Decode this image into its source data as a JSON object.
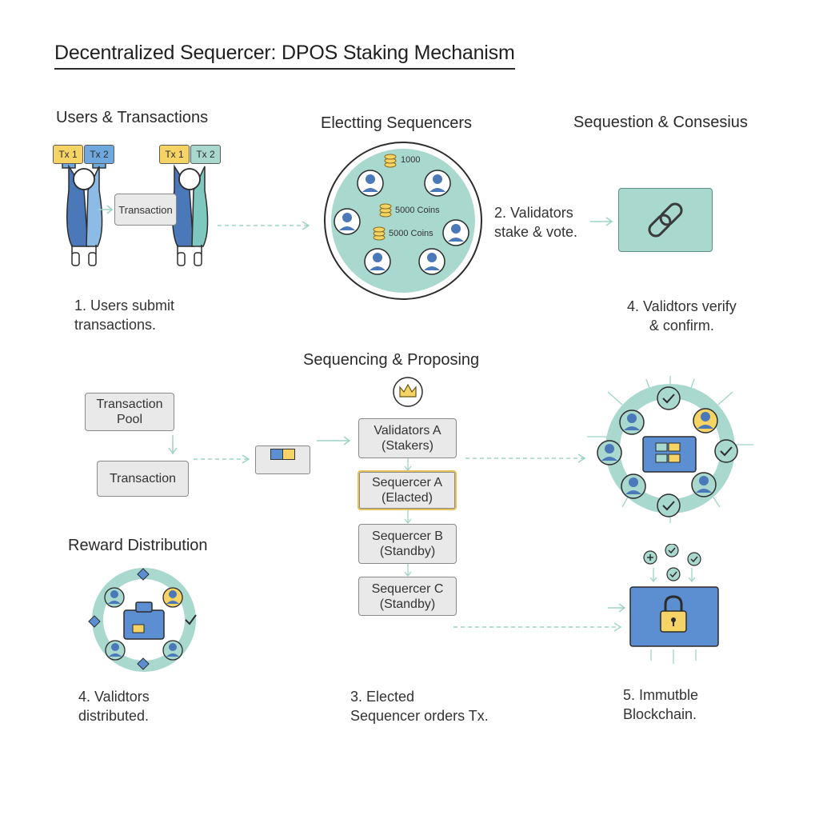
{
  "title": "Decentralized Sequercer: DPOS Staking Mechanism",
  "sections": {
    "users": "Users & Transactions",
    "electing": "Electting Sequencers",
    "consensus": "Sequestion & Consesius",
    "sequencing": "Sequencing & Proposing",
    "reward": "Reward Distribution"
  },
  "tx_tags": {
    "tx1": "Tx 1",
    "tx2": "Tx 2"
  },
  "boxes": {
    "transaction_small": "Transaction",
    "pool": "Transaction\nPool",
    "transaction": "Transaction",
    "validators_a": "Validators A\n(Stakers)",
    "sequencer_a": "Sequercer A\n(Elacted)",
    "sequencer_b": "Sequercer B\n(Standby)",
    "sequencer_c": "Sequercer C\n(Standby)"
  },
  "coins": {
    "c1": "1000",
    "c2": "5000 Coins",
    "c3": "5000 Coins"
  },
  "captions": {
    "step1": "1. Users submit\ntransactions.",
    "step2": "2. Validators\nstake & vote.",
    "step4a": "4. Validtors verify\n& confirm.",
    "step4b": "4. Validtors\ndistributed.",
    "step3": "3. Elected\nSequencer orders Tx.",
    "step5": "5. Immutble\nBlockchain."
  },
  "colors": {
    "teal": "#a9d8cf",
    "blue": "#5b8fd1",
    "yellow": "#f6d365",
    "gray": "#e9e9e9",
    "arrow": "#9fd3c7"
  },
  "icons": [
    "user-icon",
    "coin-stack-icon",
    "chain-link-icon",
    "crown-icon",
    "check-icon",
    "padlock-icon",
    "plus-icon",
    "diamond-icon"
  ]
}
